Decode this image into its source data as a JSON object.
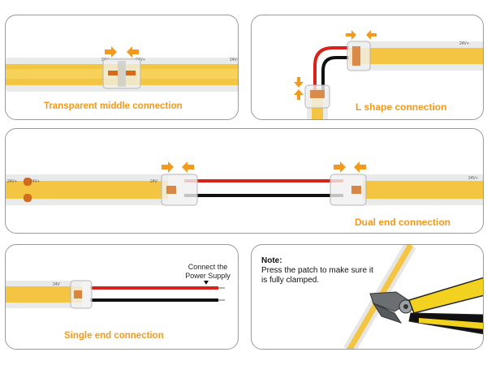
{
  "panels": {
    "middle": {
      "caption": "Transparent middle connection"
    },
    "l_shape": {
      "caption": "L shape connection"
    },
    "dual": {
      "caption": "Dual end connection"
    },
    "single": {
      "caption": "Single end connection",
      "supply_label": "Connect the Power Supply"
    },
    "note": {
      "title": "Note:",
      "body": "Press the patch to make sure it is fully clamped."
    }
  },
  "strip_marks": {
    "positive": "24V+",
    "negative": "24V"
  },
  "colors": {
    "accent": "#f29a1e",
    "strip": "#f4c542",
    "wire_red": "#d8231c",
    "wire_black": "#111111",
    "border": "#9a9a9a"
  },
  "icons": [
    "arrow-right-icon",
    "arrow-left-icon",
    "arrow-down-icon",
    "arrow-up-icon",
    "pliers-icon"
  ]
}
